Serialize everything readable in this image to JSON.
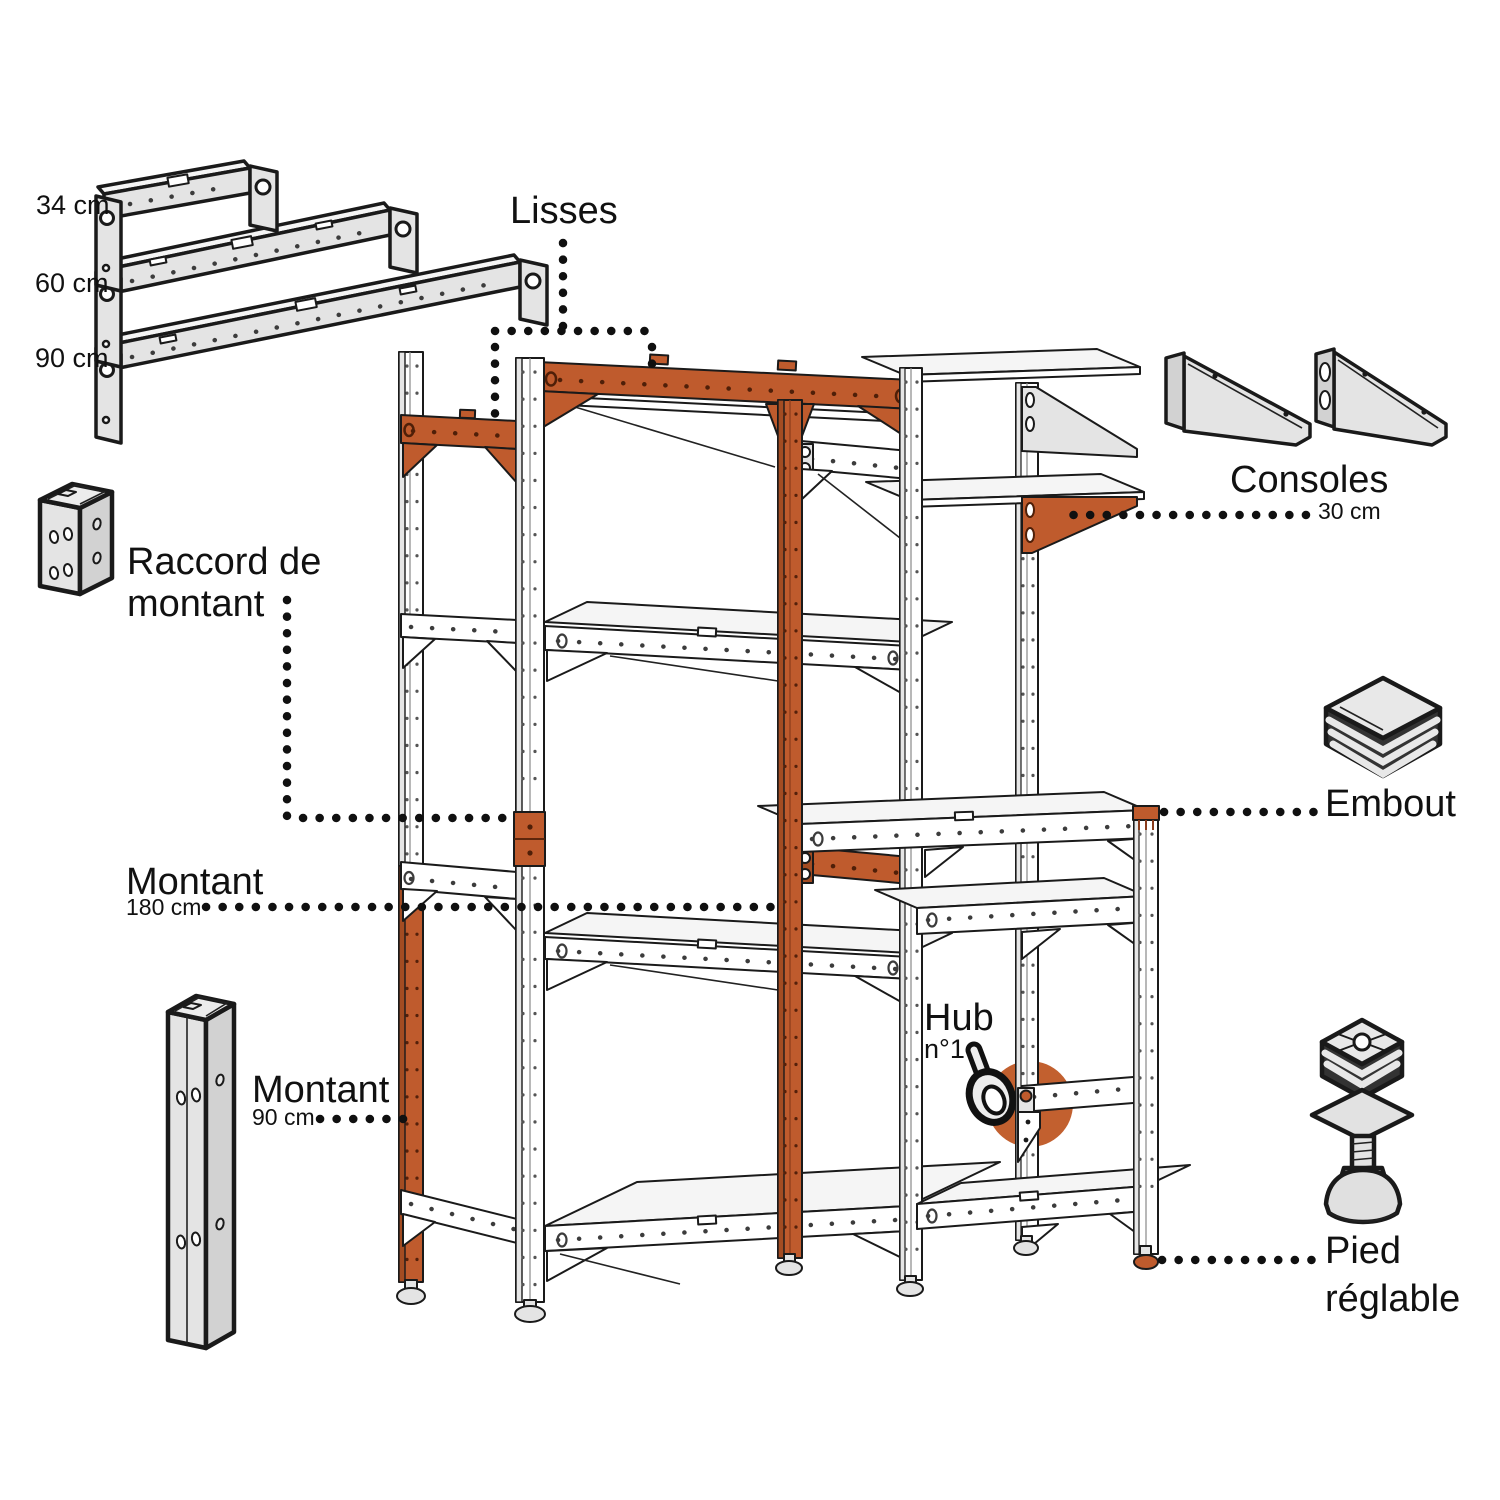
{
  "diagram": {
    "kind": "exploded parts diagram of a modular metal shelving unit",
    "language": "fr"
  },
  "colors": {
    "accent_orange": "#BF5B2D",
    "outline": "#1A1A1A",
    "part_gray": "#E4E4E4",
    "shelf_top": "#F5F5F5"
  },
  "labels": {
    "lisses": {
      "title": "Lisses",
      "size_small": "34 cm",
      "size_medium": "60 cm",
      "size_large": "90 cm"
    },
    "consoles": {
      "title": "Consoles",
      "size": "30 cm"
    },
    "raccord": {
      "line1": "Raccord de",
      "line2": "montant"
    },
    "montant_180": {
      "title": "Montant",
      "size": "180 cm"
    },
    "montant_90": {
      "title": "Montant",
      "size": "90 cm"
    },
    "embout": {
      "title": "Embout"
    },
    "hub": {
      "title": "Hub",
      "number": "n°1"
    },
    "pied": {
      "line1": "Pied",
      "line2": "réglable"
    }
  }
}
